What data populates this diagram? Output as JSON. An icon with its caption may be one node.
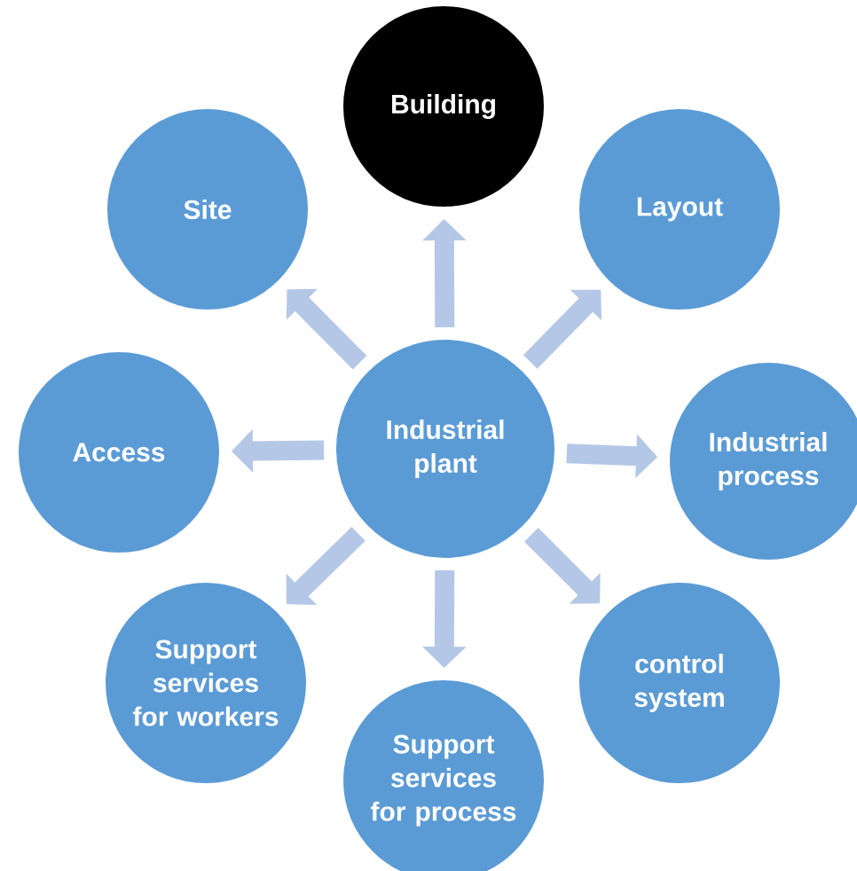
{
  "diagram": {
    "nodes": [
      {
        "text": [
          "Industrial plant"
        ]
      },
      {
        "text": [
          "Building"
        ]
      },
      {
        "text": [
          "Layout"
        ]
      },
      {
        "text": [
          "Industrial process"
        ]
      },
      {
        "text": [
          "control system"
        ]
      },
      {
        "text": [
          "Support services for process"
        ]
      },
      {
        "text": [
          "Support services for workers"
        ]
      },
      {
        "text": [
          "Access"
        ]
      },
      {
        "text": [
          "Site"
        ]
      }
    ],
    "edges": [
      {
        "from": 0,
        "to": 1,
        "arrow": "to"
      },
      {
        "from": 0,
        "to": 2,
        "arrow": "to"
      },
      {
        "from": 0,
        "to": 3,
        "arrow": "to"
      },
      {
        "from": 0,
        "to": 4,
        "arrow": "to"
      },
      {
        "from": 0,
        "to": 5,
        "arrow": "to"
      },
      {
        "from": 0,
        "to": 6,
        "arrow": "to"
      },
      {
        "from": 0,
        "to": 7,
        "arrow": "to"
      },
      {
        "from": 0,
        "to": 8,
        "arrow": "to"
      }
    ]
  }
}
